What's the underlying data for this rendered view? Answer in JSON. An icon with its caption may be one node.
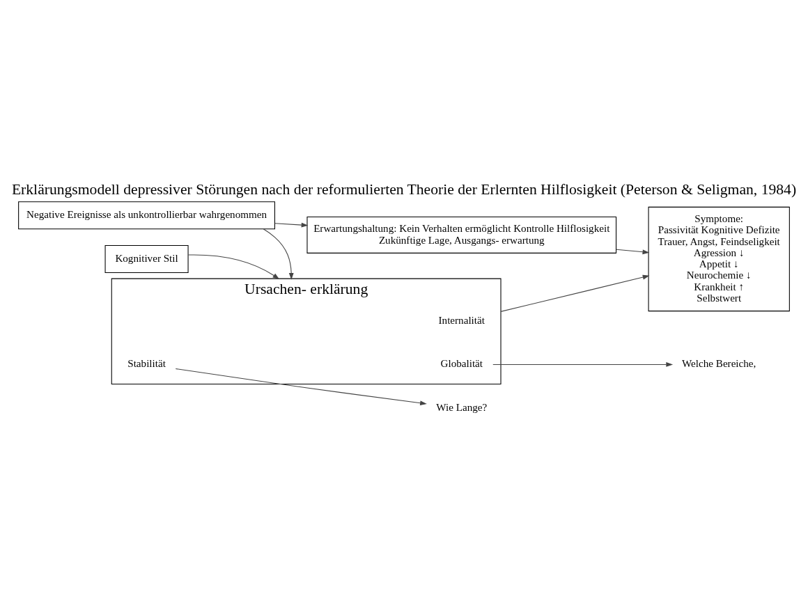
{
  "diagram": {
    "title": "Erklärungsmodell depressiver Störungen nach der reformulierten Theorie der Erlernten Hilflosigkeit (Peterson & Seligman, 1984)",
    "nodes": [
      {
        "text": [
          "Negative Ereignisse als unkontrollierbar wahrgenommen"
        ]
      },
      {
        "text": [
          "Kognitiver Stil"
        ]
      },
      {
        "text": [
          "Ursachen- erklärung"
        ]
      },
      {
        "text": [
          "Globalität"
        ],
        "in": 2
      },
      {
        "text": [
          "Stabilität"
        ],
        "in": 2
      },
      {
        "text": [
          "Internalität"
        ],
        "in": 2
      },
      {
        "text": [
          "Welche Bereiche,"
        ]
      },
      {
        "text": [
          "Wie Lange?"
        ]
      },
      {
        "text": [
          "Erwartungshaltung: Kein Verhalten ermöglicht Kontrolle Hilflosigkeit",
          "Zukünftige Lage, Ausgangs- erwartung"
        ]
      },
      {
        "text": [
          "Symptome:",
          "Passivität Kognitive Defizite",
          "Trauer, Angst, Feindseligkeit",
          "Agression ↓",
          "Appetit ↓",
          "Neurochemie ↓",
          "Krankheit ↑",
          "Selbstwert"
        ]
      }
    ],
    "edges": [
      {
        "from": 0,
        "to": 2,
        "arrow": "to"
      },
      {
        "from": 0,
        "to": 8,
        "arrow": "to"
      },
      {
        "from": 1,
        "to": 2,
        "arrow": "to"
      },
      {
        "from": 3,
        "to": 6,
        "arrow": "to"
      },
      {
        "from": 4,
        "to": 7,
        "arrow": "to"
      },
      {
        "from": 8,
        "to": 9,
        "arrow": "to"
      },
      {
        "from": 2,
        "to": 9,
        "arrow": "to"
      }
    ]
  }
}
